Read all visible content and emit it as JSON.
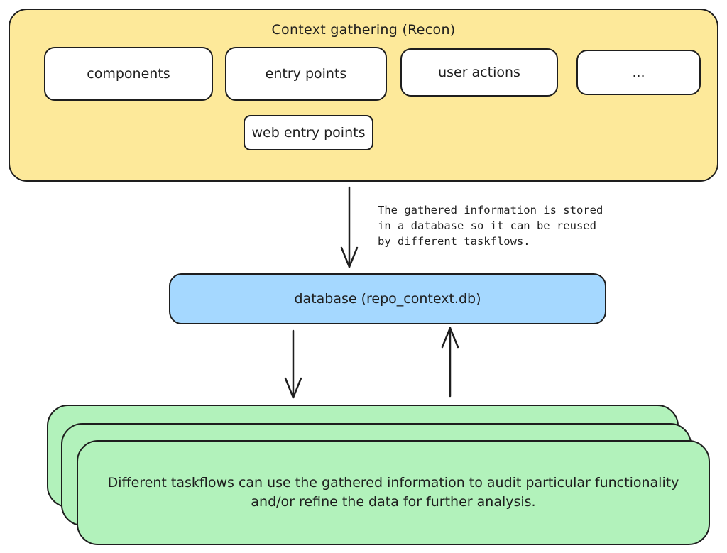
{
  "context_gathering": {
    "title": "Context gathering (Recon)",
    "items": [
      {
        "label": "components"
      },
      {
        "label": "entry points"
      },
      {
        "label": "user actions"
      },
      {
        "label": "..."
      },
      {
        "label": "web entry points"
      }
    ]
  },
  "annotation": "The gathered information is stored\nin a database so it can be reused\nby different taskflows.",
  "database": {
    "label": "database (repo_context.db)"
  },
  "taskflows": {
    "label": "Different taskflows can use the gathered information to audit particular functionality\nand/or refine the data for further analysis."
  },
  "colors": {
    "recon_fill": "#fde99a",
    "database_fill": "#a5d8ff",
    "taskflow_fill": "#b2f2bb",
    "stroke": "#1e1e1e"
  }
}
